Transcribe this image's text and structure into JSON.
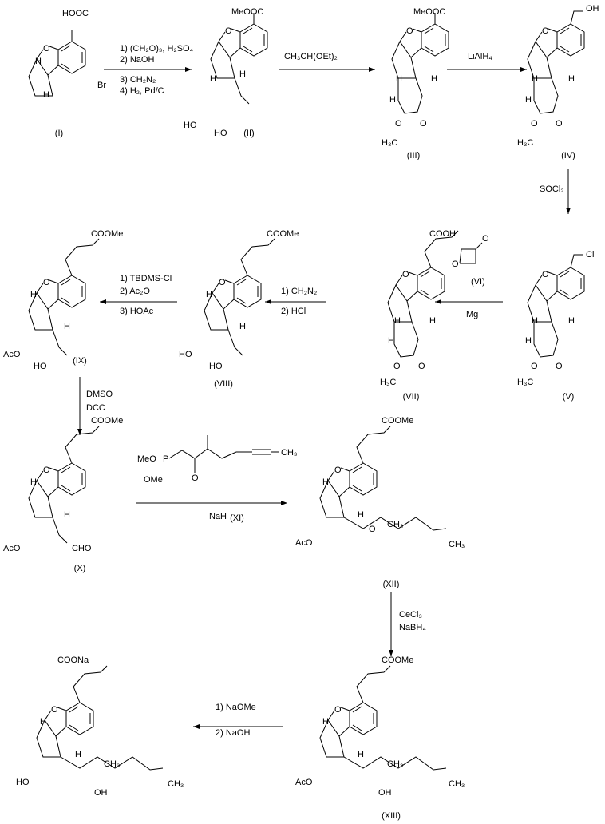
{
  "compounds": [
    {
      "label": "(I)",
      "groups": [
        "HOOC",
        "Br",
        "H",
        "H"
      ]
    },
    {
      "label": "(II)",
      "groups": [
        "MeOOC",
        "H",
        "H",
        "HO",
        "HO"
      ]
    },
    {
      "label": "(III)",
      "groups": [
        "MeOOC",
        "H",
        "H",
        "H",
        "O",
        "O",
        "H₃C"
      ]
    },
    {
      "label": "(IV)",
      "groups": [
        "OH",
        "H",
        "H",
        "H",
        "O",
        "O",
        "H₃C"
      ]
    },
    {
      "label": "(V)",
      "groups": [
        "Cl",
        "H",
        "H",
        "H",
        "O",
        "O",
        "H₃C"
      ]
    },
    {
      "label": "(VII)",
      "groups": [
        "COOH",
        "H",
        "H",
        "H",
        "O",
        "O",
        "H₃C"
      ]
    },
    {
      "label": "(VIII)",
      "groups": [
        "COOMe",
        "H",
        "H",
        "HO",
        "HO"
      ]
    },
    {
      "label": "(IX)",
      "groups": [
        "COOMe",
        "H",
        "H",
        "AcO",
        "HO"
      ]
    },
    {
      "label": "(X)",
      "groups": [
        "COOMe",
        "H",
        "H",
        "AcO",
        "CHO"
      ]
    },
    {
      "label": "(XII)",
      "groups": [
        "COOMe",
        "H",
        "H",
        "AcO",
        "O",
        "CH₃",
        "CH₃"
      ]
    },
    {
      "label": "(XIII)",
      "groups": [
        "COOMe",
        "H",
        "H",
        "AcO",
        "OH",
        "CH₃",
        "CH₃"
      ]
    },
    {
      "label": "",
      "groups": [
        "COONa",
        "H",
        "H",
        "HO",
        "OH",
        "CH₃",
        "CH₃"
      ]
    }
  ],
  "reagents": {
    "r1": [
      "1) (CH₂O)₃, H₂SO₄",
      "2) NaOH",
      "3) CH₂N₂",
      "4) H₂, Pd/C"
    ],
    "r2": [
      "CH₃CH(OEt)₂"
    ],
    "r3": [
      "LiAlH₄"
    ],
    "r4": [
      "SOCl₂"
    ],
    "r5": [
      "Mg"
    ],
    "r6": [
      "1) CH₂N₂",
      "2) HCl"
    ],
    "r7": [
      "1) TBDMS-Cl",
      "2) Ac₂O",
      "3) HOAc"
    ],
    "r8": [
      "DMSO",
      "DCC"
    ],
    "r9": [
      "NaH"
    ],
    "r10": [
      "CeCl₃",
      "NaBH₄"
    ],
    "r11": [
      "1) NaOMe",
      "2) NaOH"
    ]
  },
  "reagent_VI": {
    "label": "(VI)",
    "atoms": [
      "O",
      "O"
    ]
  },
  "reagent_XI": {
    "label": "(XI)",
    "atoms": [
      "MeO",
      "P",
      "OMe",
      "O",
      "CH₃"
    ]
  }
}
